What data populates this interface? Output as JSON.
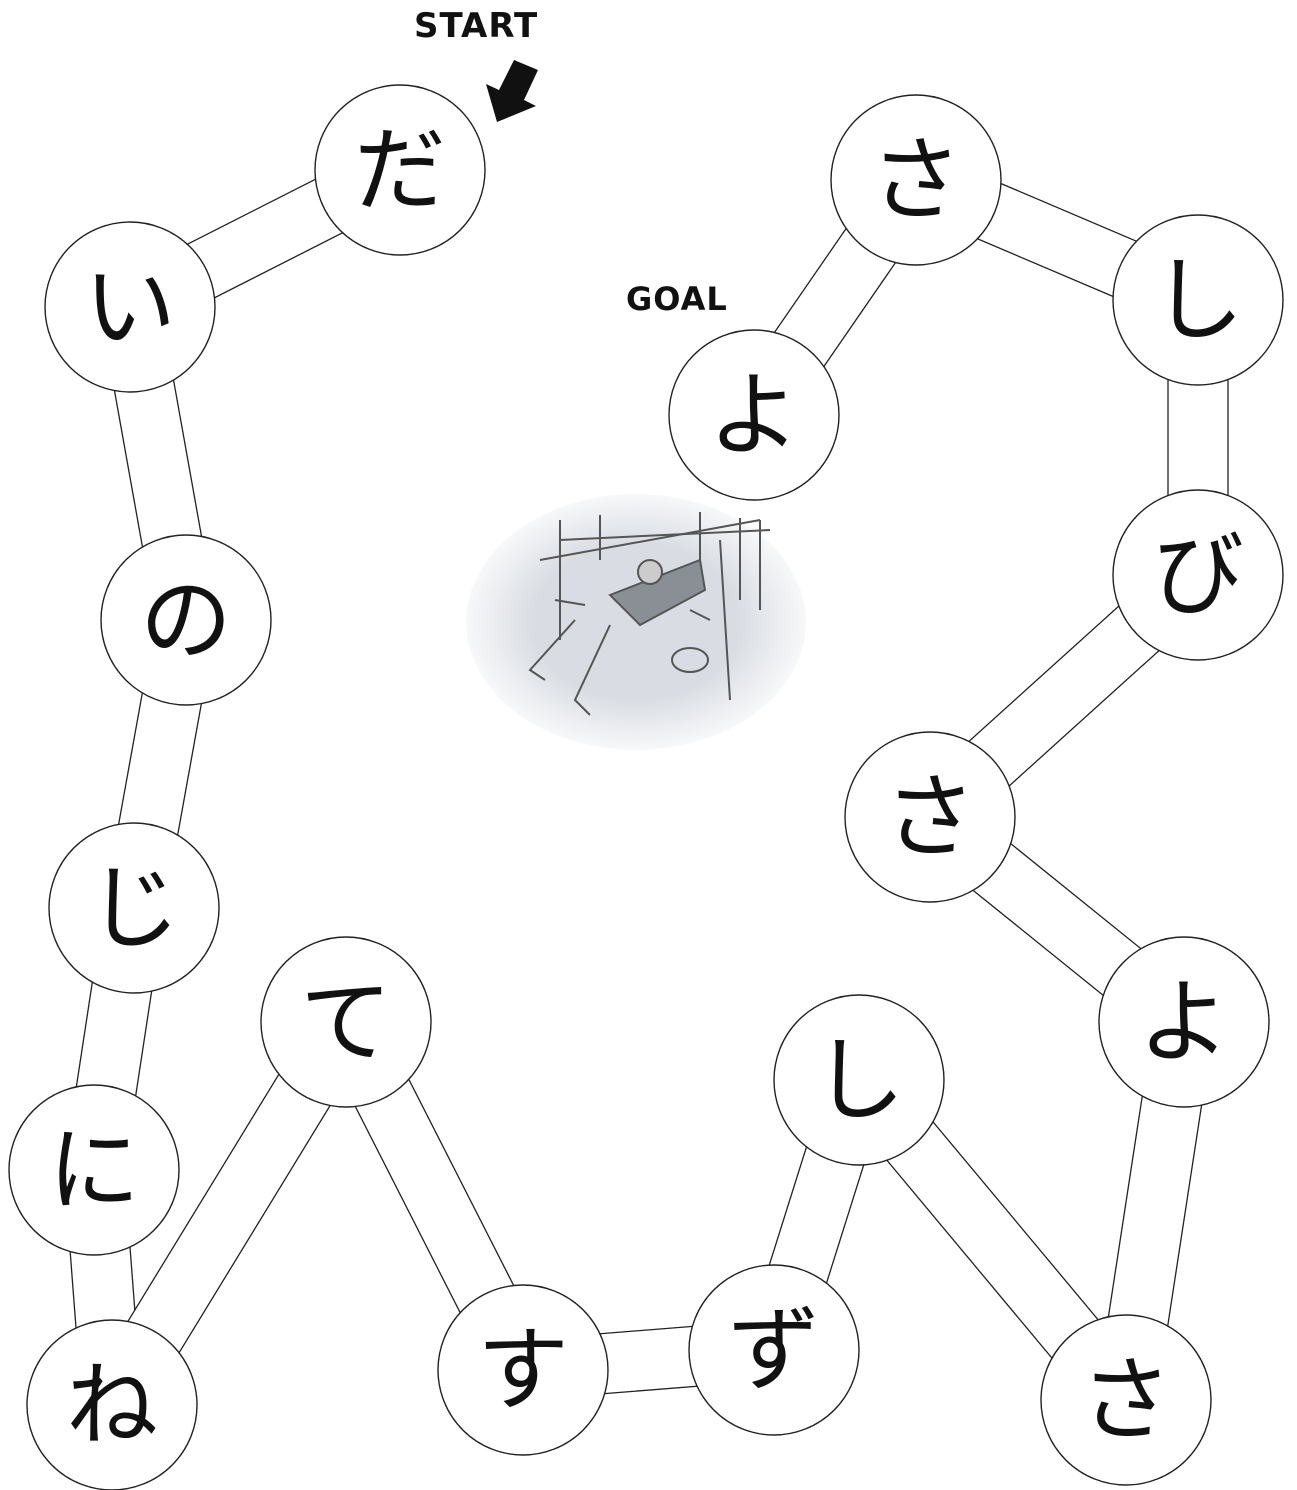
{
  "labels": {
    "start": "START",
    "goal": "GOAL"
  },
  "arrow": {
    "icon": "down-left-arrow-icon",
    "color": "#111111"
  },
  "illustration": {
    "icon": "sleeping-person-illustration"
  },
  "nodes": [
    {
      "id": "n1",
      "char": "だ"
    },
    {
      "id": "n2",
      "char": "い"
    },
    {
      "id": "n3",
      "char": "の"
    },
    {
      "id": "n4",
      "char": "じ"
    },
    {
      "id": "n5",
      "char": "に"
    },
    {
      "id": "n6",
      "char": "ね"
    },
    {
      "id": "n7",
      "char": "て"
    },
    {
      "id": "n8",
      "char": "す"
    },
    {
      "id": "n9",
      "char": "ず"
    },
    {
      "id": "n10",
      "char": "し"
    },
    {
      "id": "n11",
      "char": "さ"
    },
    {
      "id": "n12",
      "char": "よ"
    },
    {
      "id": "n13",
      "char": "さ"
    },
    {
      "id": "n14",
      "char": "び"
    },
    {
      "id": "n15",
      "char": "し"
    },
    {
      "id": "n16",
      "char": "さ"
    },
    {
      "id": "n17",
      "char": "よ"
    }
  ],
  "path_order": [
    "n1",
    "n2",
    "n3",
    "n4",
    "n5",
    "n6",
    "n7",
    "n8",
    "n9",
    "n10",
    "n11",
    "n12",
    "n13",
    "n14",
    "n15",
    "n16",
    "n17"
  ]
}
